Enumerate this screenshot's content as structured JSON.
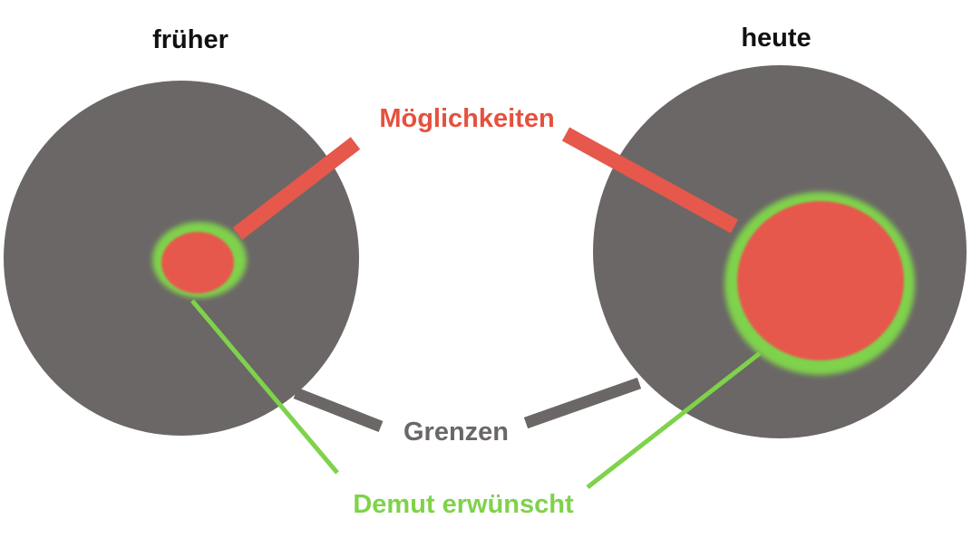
{
  "headings": {
    "left": "früher",
    "right": "heute"
  },
  "labels": {
    "possibilities": "Möglichkeiten",
    "limits": "Grenzen",
    "humility": "Demut erwünscht"
  },
  "colors": {
    "limits_disc": "#6b6766",
    "possibilities": "#e5584b",
    "possibilities_text": "#e5513f",
    "humility": "#7fd24b",
    "heading_text": "#111111",
    "background": "#ffffff"
  }
}
